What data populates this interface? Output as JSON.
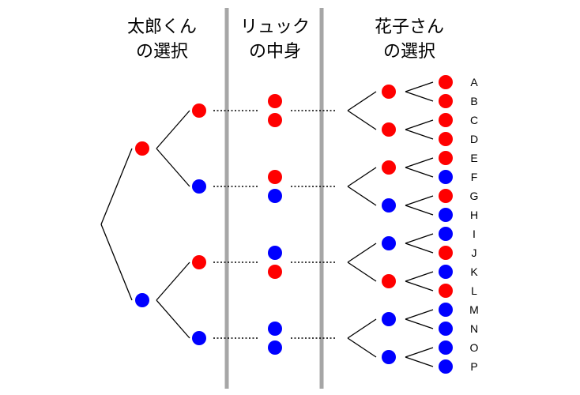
{
  "headings": {
    "taro": {
      "line1": "太郎くん",
      "line2": "の選択"
    },
    "bag": {
      "line1": "リュック",
      "line2": "の中身"
    },
    "hanako": {
      "line1": "花子さん",
      "line2": "の選択"
    }
  },
  "colors": {
    "red": "#ff0000",
    "blue": "#0000ff",
    "divider": "#a6a6a6"
  },
  "taro_first": [
    "red",
    "blue"
  ],
  "taro_second": [
    "red",
    "blue",
    "red",
    "blue"
  ],
  "bag_contents": [
    [
      "red",
      "red"
    ],
    [
      "red",
      "blue"
    ],
    [
      "blue",
      "red"
    ],
    [
      "blue",
      "blue"
    ]
  ],
  "hanako_first": [
    "red",
    "red",
    "red",
    "blue",
    "blue",
    "red",
    "blue",
    "blue"
  ],
  "leaves": [
    {
      "label": "A",
      "color": "red"
    },
    {
      "label": "B",
      "color": "red"
    },
    {
      "label": "C",
      "color": "red"
    },
    {
      "label": "D",
      "color": "red"
    },
    {
      "label": "E",
      "color": "red"
    },
    {
      "label": "F",
      "color": "blue"
    },
    {
      "label": "G",
      "color": "red"
    },
    {
      "label": "H",
      "color": "blue"
    },
    {
      "label": "I",
      "color": "blue"
    },
    {
      "label": "J",
      "color": "red"
    },
    {
      "label": "K",
      "color": "blue"
    },
    {
      "label": "L",
      "color": "red"
    },
    {
      "label": "M",
      "color": "blue"
    },
    {
      "label": "N",
      "color": "blue"
    },
    {
      "label": "O",
      "color": "blue"
    },
    {
      "label": "P",
      "color": "blue"
    }
  ]
}
